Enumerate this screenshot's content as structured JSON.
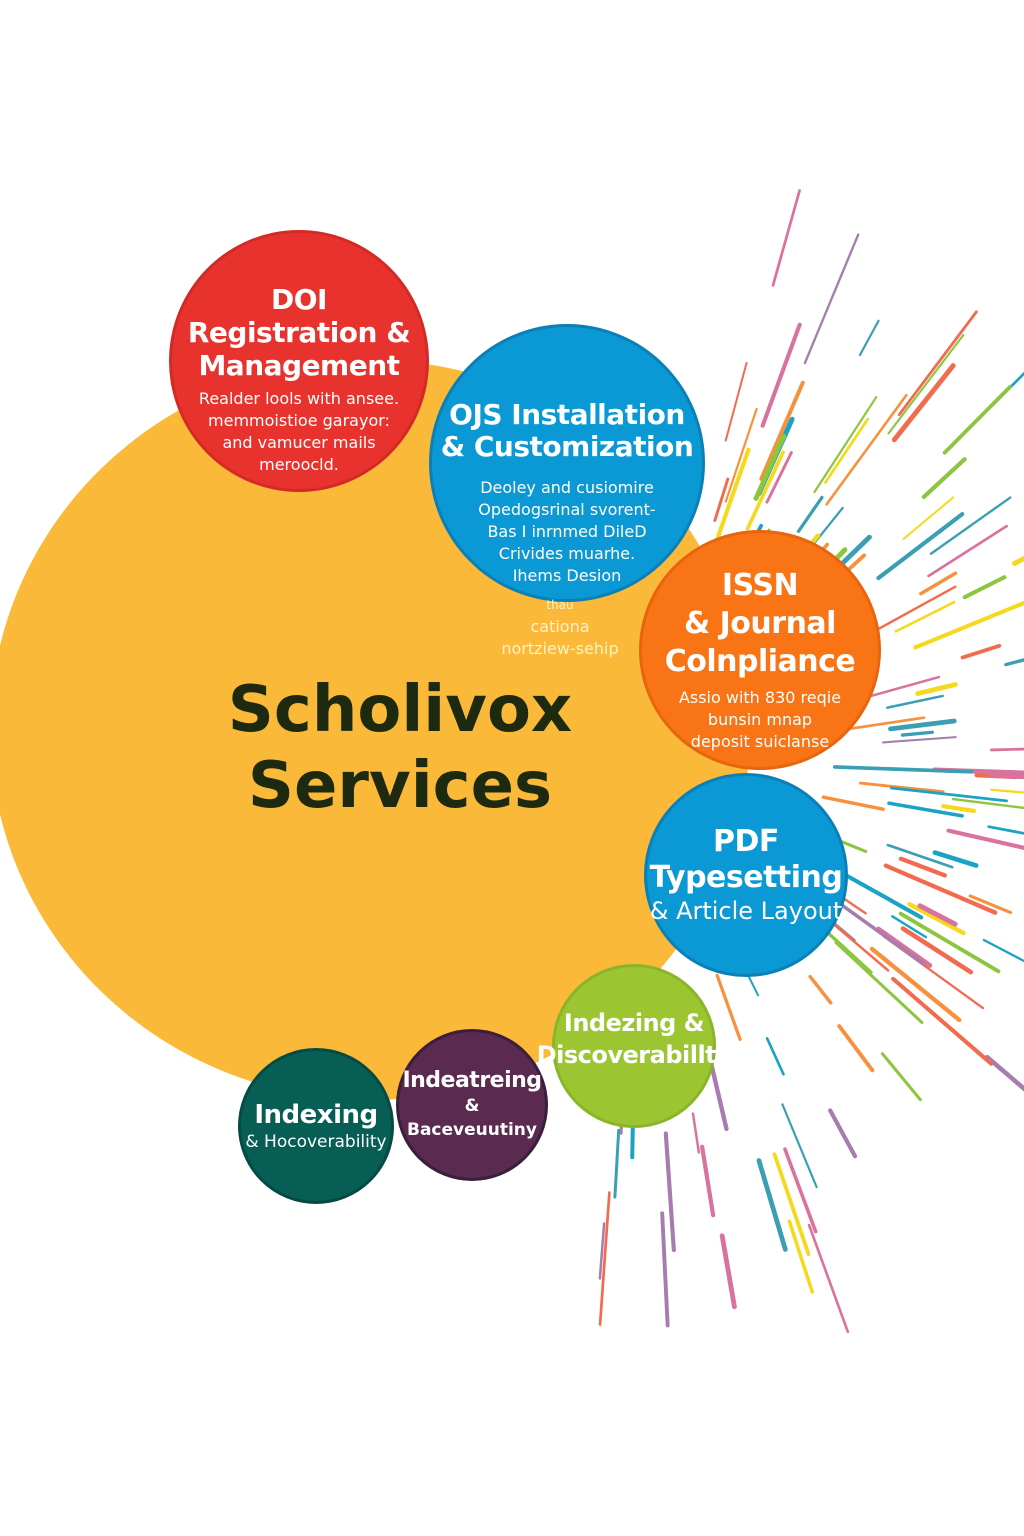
{
  "hub": {
    "title_line1": "Scholivox",
    "title_line2": "Services",
    "color": "#fbb939"
  },
  "services": {
    "doi": {
      "title": [
        "DOI",
        "Registration &",
        "Management"
      ],
      "desc": [
        "Realder lools with ansee.",
        "memmoistioe garayor:",
        "and vamucer mails",
        "meroocld."
      ],
      "color": "#e8322e"
    },
    "ojs": {
      "title": [
        "OJS Installation",
        "& Customization"
      ],
      "desc": [
        "Deoley and cusiomire",
        "Opedogsrinal svorent-",
        "Bas I inrnmed DileD",
        "Crivides muarhe.",
        "Ihems Desion"
      ],
      "overflow": [
        "thau",
        "cationa",
        "nortziew-sehip"
      ],
      "color": "#0a99d4"
    },
    "issn": {
      "title": [
        "ISSN",
        "& Journal",
        "Colnpliance"
      ],
      "desc": [
        "Assio with 830 reqie",
        "bunsin mnap",
        "deposit suiclanse"
      ],
      "color": "#f97415"
    },
    "pdf": {
      "title": [
        "PDF",
        "Typesetting"
      ],
      "subtitle": "& Article Layout",
      "color": "#0a99d4"
    },
    "green": {
      "title": [
        "Indezing &",
        "Discoverabillty"
      ],
      "color": "#9bc631"
    },
    "purple": {
      "title": "Indeatreing",
      "subtitle": "& Baceveuutiny",
      "color": "#5a2a50"
    },
    "darkgreen": {
      "title": "Indexing",
      "subtitle": "& Hocoverability",
      "color": "#075e55"
    }
  },
  "burst_colors": [
    "#1aa3c4",
    "#f26b4f",
    "#f5d91c",
    "#a77cae",
    "#8cc63f",
    "#3a9fb5",
    "#f7913d",
    "#d9739d"
  ]
}
